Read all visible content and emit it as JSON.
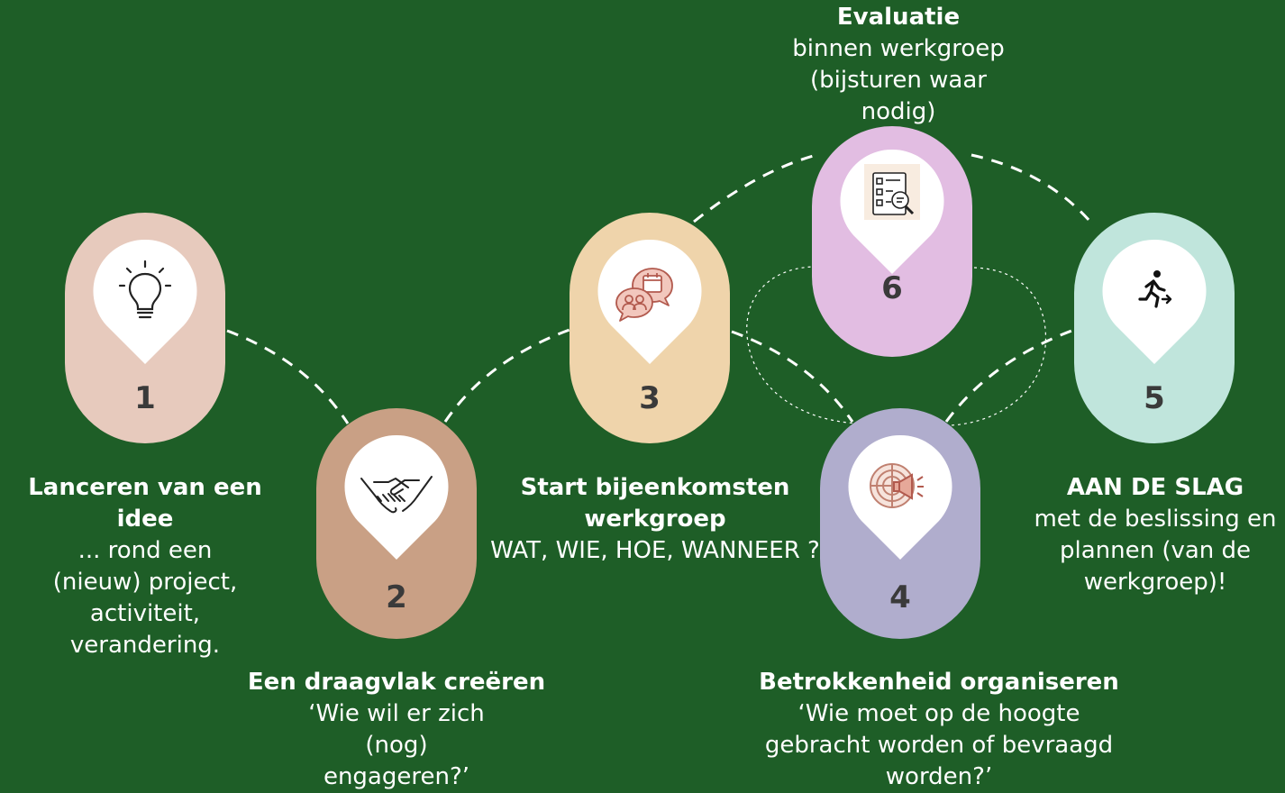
{
  "steps": [
    {
      "number": "1",
      "color": "#e7cabd",
      "icon": "lightbulb-icon",
      "title": "Lanceren van een idee",
      "subtitle": "... rond een (nieuw) project, activiteit, verandering."
    },
    {
      "number": "2",
      "color": "#c9a085",
      "icon": "handshake-icon",
      "title": "Een draagvlak creëren",
      "subtitle": "‘Wie wil er zich (nog) engageren?’"
    },
    {
      "number": "3",
      "color": "#efd4ab",
      "icon": "chat-calendar-icon",
      "title": "Start bijeenkomsten werkgroep",
      "subtitle": "WAT, WIE, HOE, WANNEER ?"
    },
    {
      "number": "4",
      "color": "#b0adcd",
      "icon": "target-megaphone-icon",
      "title": "Betrokkenheid organiseren",
      "subtitle": "‘Wie moet op de hoogte gebracht worden of bevraagd worden?’"
    },
    {
      "number": "5",
      "color": "#c0e5dc",
      "icon": "running-person-icon",
      "title": "AAN DE SLAG",
      "subtitle": "met de beslissing en plannen (van de werkgroep)!"
    },
    {
      "number": "6",
      "color": "#e2bde2",
      "icon": "checklist-magnifier-icon",
      "title": "Evaluatie",
      "subtitle": "binnen werkgroep (bijsturen waar nodig)"
    }
  ]
}
